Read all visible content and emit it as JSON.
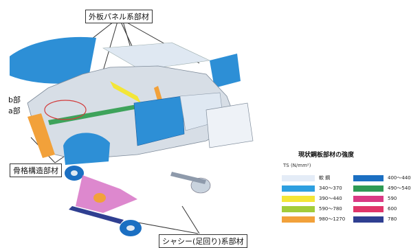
{
  "labels": {
    "outer_panel": "外板パネル系部材",
    "b_part": "b部",
    "a_part": "a部",
    "skeleton": "骨格構造部材",
    "chassis": "シャシー(足回り)系部材"
  },
  "legend": {
    "title": "現状鋼板部材の強度",
    "unit": "TS (N/mm²)",
    "items": [
      {
        "label": "軟 鋼",
        "color": "#e4ecf7"
      },
      {
        "label": "340～370",
        "color": "#2d9fe0"
      },
      {
        "label": "390～440",
        "color": "#f3e637"
      },
      {
        "label": "590～780",
        "color": "#a3cc3a"
      },
      {
        "label": "980～1270",
        "color": "#f2a13a"
      },
      {
        "label": "400～440",
        "color": "#1b6fc2"
      },
      {
        "label": "490～540",
        "color": "#2e9a55"
      },
      {
        "label": "590",
        "color": "#d93a84"
      },
      {
        "label": "600",
        "color": "#e0356a"
      },
      {
        "label": "780",
        "color": "#2f3f91"
      }
    ]
  }
}
